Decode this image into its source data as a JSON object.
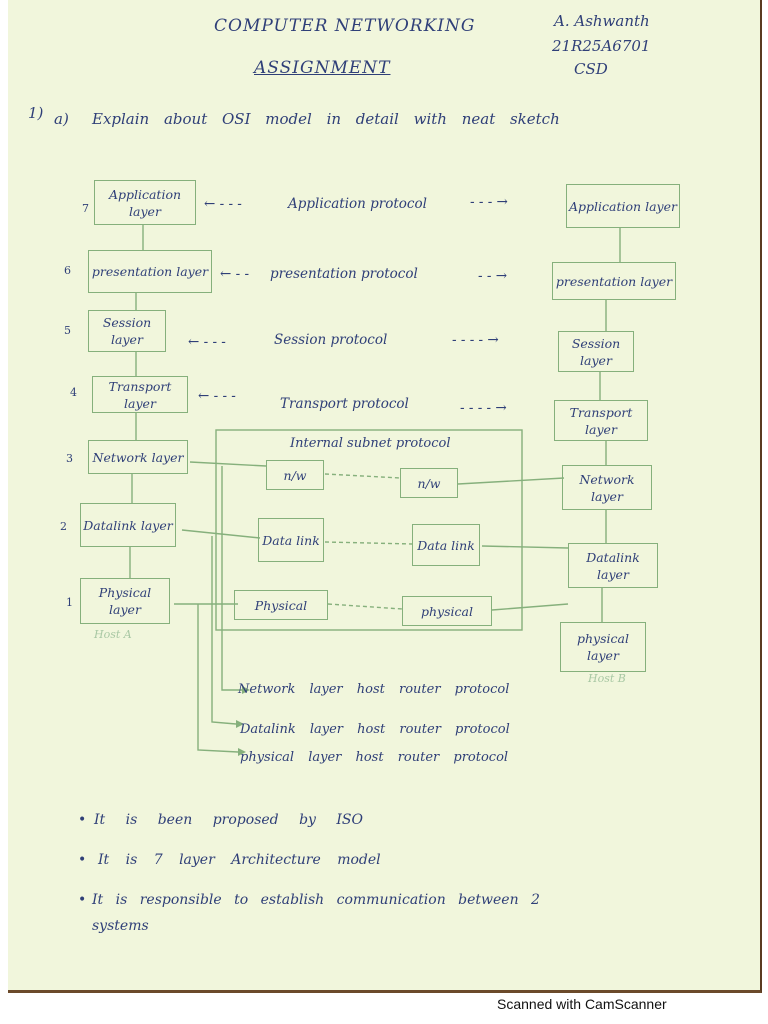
{
  "header": {
    "title": "COMPUTER NETWORKING",
    "subtitle": "ASSIGNMENT",
    "student_name": "A. Ashwanth",
    "roll_no": "21R25A6701",
    "branch": "CSD"
  },
  "question": {
    "number": "1)",
    "part": "a)",
    "text": "Explain about OSI model in detail with neat sketch"
  },
  "diagram": {
    "left_stack": [
      {
        "num": "7",
        "label": "Application layer"
      },
      {
        "num": "6",
        "label": "presentation layer"
      },
      {
        "num": "5",
        "label": "Session layer"
      },
      {
        "num": "4",
        "label": "Transport layer"
      },
      {
        "num": "3",
        "label": "Network layer"
      },
      {
        "num": "2",
        "label": "Datalink layer"
      },
      {
        "num": "1",
        "label": "Physical layer"
      }
    ],
    "right_stack": [
      "Application layer",
      "presentation layer",
      "Session layer",
      "Transport layer",
      "Network layer",
      "Datalink layer",
      "physical layer"
    ],
    "protocols": [
      "Application protocol",
      "presentation protocol",
      "Session protocol",
      "Transport protocol"
    ],
    "subnet": {
      "title": "Internal subnet protocol",
      "nodes": [
        "n/w",
        "n/w",
        "Data link",
        "Data link",
        "Physical",
        "physical"
      ]
    },
    "host_a": "Host A",
    "host_b": "Host B",
    "legend": [
      "Network layer host router protocol",
      "Datalink layer host router protocol",
      "physical layer host router protocol"
    ]
  },
  "notes": [
    "It is been proposed by ISO",
    "It is 7 layer Architecture model",
    "It is responsible to establish communication between 2",
    "systems"
  ],
  "colors": {
    "paper": "#f1f6dc",
    "ink": "#2f3f78",
    "pencil": "#86b07c"
  },
  "footer": {
    "scanner": "Scanned with CamScanner"
  }
}
